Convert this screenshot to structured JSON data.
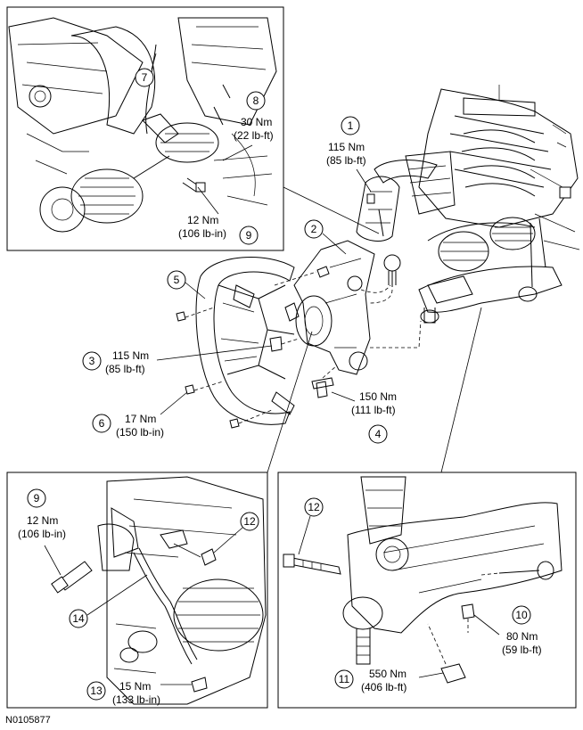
{
  "figure_id": "N0105877",
  "callouts": [
    {
      "num": "1",
      "torque": "115 Nm",
      "torque_alt": "(85 lb-ft)"
    },
    {
      "num": "2"
    },
    {
      "num": "3",
      "torque": "115 Nm",
      "torque_alt": "(85 lb-ft)"
    },
    {
      "num": "4",
      "torque": "150 Nm",
      "torque_alt": "(111 lb-ft)"
    },
    {
      "num": "5"
    },
    {
      "num": "6",
      "torque": "17 Nm",
      "torque_alt": "(150 lb-in)"
    },
    {
      "num": "7"
    },
    {
      "num": "8",
      "torque": "30 Nm",
      "torque_alt": "(22 lb-ft)"
    },
    {
      "num": "9",
      "torque": "12 Nm",
      "torque_alt": "(106 lb-in)"
    },
    {
      "num": "9",
      "torque": "12 Nm",
      "torque_alt": "(106 lb-in)"
    },
    {
      "num": "10",
      "torque": "80 Nm",
      "torque_alt": "(59 lb-ft)"
    },
    {
      "num": "11",
      "torque": "550 Nm",
      "torque_alt": "(406 lb-ft)"
    },
    {
      "num": "12"
    },
    {
      "num": "13"
    },
    {
      "num": "13",
      "torque": "15 Nm",
      "torque_alt": "(133 lb-in)"
    },
    {
      "num": "14"
    }
  ]
}
